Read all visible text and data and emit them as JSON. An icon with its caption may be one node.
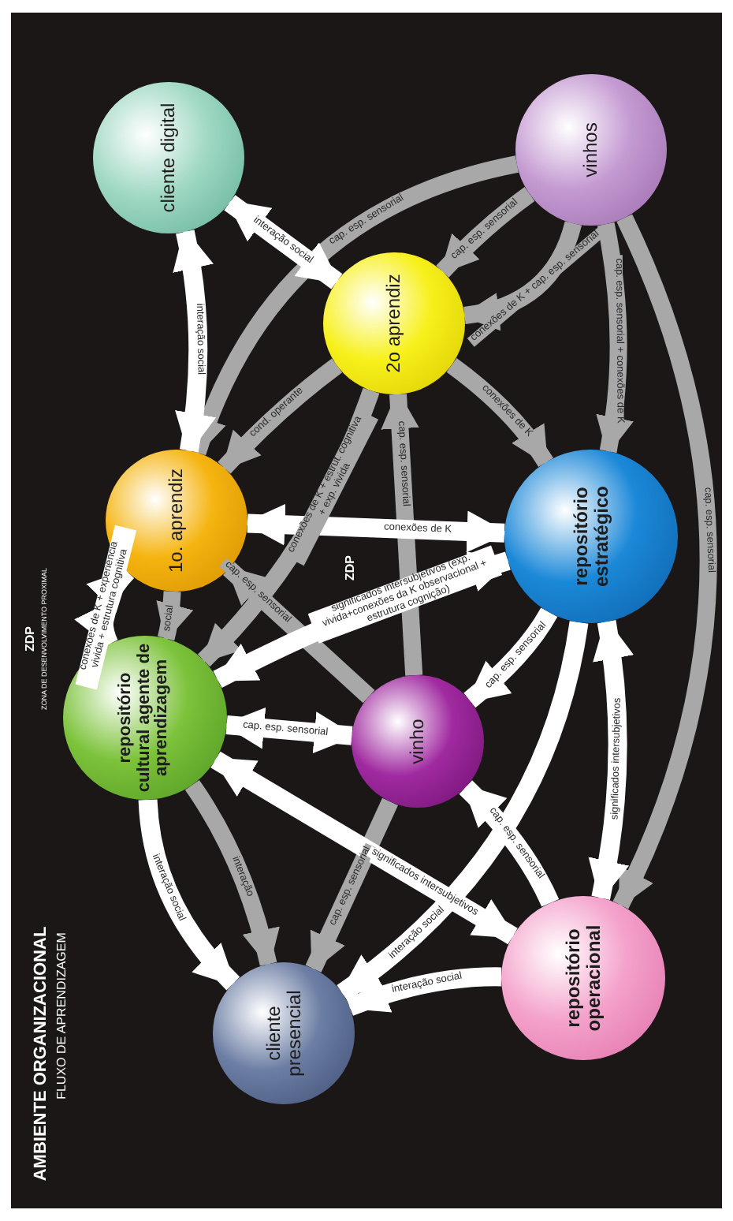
{
  "diagram": {
    "title": "AMBIENTE ORGANIZACIONAL",
    "caption": "FLUXO DE APRENDIZAGEM",
    "nodes": [
      {
        "text": [
          "cliente digital"
        ]
      },
      {
        "text": [
          "vinhos"
        ]
      },
      {
        "text": [
          "2o aprendiz"
        ]
      },
      {
        "text": [
          "1o. aprendiz"
        ]
      },
      {
        "text": [
          "repositório estratégico"
        ]
      },
      {
        "text": [
          "repositório cultural agente de aprendizagem"
        ]
      },
      {
        "text": [
          "vinho"
        ]
      },
      {
        "text": [
          "cliente presencial"
        ]
      },
      {
        "text": [
          "repositório operacional"
        ]
      }
    ],
    "edges": [
      {
        "from": 3,
        "to": 0,
        "arrow": "both",
        "label": "interação social"
      },
      {
        "from": 2,
        "to": 0,
        "arrow": "both",
        "label": "interação social"
      },
      {
        "from": 1,
        "to": 3,
        "arrow": "to",
        "label": "cap. esp. sensorial",
        "color": "#a8a8a8"
      },
      {
        "from": 1,
        "to": 2,
        "arrow": "to",
        "label": "cap. esp. sensorial",
        "color": "#a8a8a8"
      },
      {
        "from": 1,
        "to": 2,
        "arrow": "to",
        "label": "conexões de K + cap. esp. sensorial",
        "color": "#a8a8a8"
      },
      {
        "from": 1,
        "to": 4,
        "arrow": "to",
        "label": "cap. esp. sensorial + conexões de K",
        "color": "#a8a8a8"
      },
      {
        "from": 1,
        "to": 8,
        "arrow": "to",
        "label": "cap. esp. sensorial",
        "color": "#a8a8a8"
      },
      {
        "from": 2,
        "to": 3,
        "arrow": "to",
        "label": "cond. operante",
        "color": "#a8a8a8"
      },
      {
        "from": 2,
        "to": 4,
        "arrow": "to",
        "label": "conexões de K",
        "color": "#a8a8a8"
      },
      {
        "from": 3,
        "to": 4,
        "arrow": "both",
        "label": "conexões de K"
      },
      {
        "from": 2,
        "to": 5,
        "arrow": "to",
        "label": "conexões de K + estrut. cognitiva + exp. vivida",
        "color": "#a8a8a8"
      },
      {
        "from": 6,
        "to": 2,
        "arrow": "to",
        "label": "cap. esp. sensorial",
        "color": "#a8a8a8"
      },
      {
        "from": 6,
        "to": 3,
        "arrow": "to",
        "label": "cap. esp. sensorial",
        "color": "#a8a8a8"
      },
      {
        "from": 6,
        "to": 7,
        "arrow": "to",
        "label": "cap. esp. sensorial",
        "color": "#a8a8a8"
      },
      {
        "from": 3,
        "to": 5,
        "arrow": "to",
        "label": "social",
        "color": "#a8a8a8"
      },
      {
        "from": 3,
        "to": 5,
        "arrow": "both",
        "label": "conexões de K + experiência vivida + estrutura cognitiva"
      },
      {
        "from": 4,
        "to": 5,
        "arrow": "both",
        "label": "significados intersubjetivos (exp. vivida+conexões da K observacional + estrutura cognição)"
      },
      {
        "from": 5,
        "to": 6,
        "arrow": "both",
        "label": "cap. esp. sensorial"
      },
      {
        "from": 4,
        "to": 6,
        "arrow": "to",
        "label": "cap. esp. sensorial"
      },
      {
        "from": 8,
        "to": 6,
        "arrow": "to",
        "label": "cap. esp. sensorial"
      },
      {
        "from": 8,
        "to": 5,
        "arrow": "both",
        "label": "significados intersubjetivos"
      },
      {
        "from": 8,
        "to": 4,
        "arrow": "both",
        "label": "significados intersubjetivos"
      },
      {
        "from": 8,
        "to": 7,
        "arrow": "to",
        "label": "interação social"
      },
      {
        "from": 4,
        "to": 7,
        "arrow": "to",
        "label": "interação social"
      },
      {
        "from": 5,
        "to": 7,
        "arrow": "to",
        "label": "interação social"
      },
      {
        "from": 5,
        "to": 7,
        "arrow": "to",
        "label": "interação",
        "color": "#a8a8a8"
      }
    ],
    "labels": [
      "ZDP",
      "ZONA DE DESENVOLVIMENTO PROXIMAL",
      "ZDP"
    ]
  }
}
